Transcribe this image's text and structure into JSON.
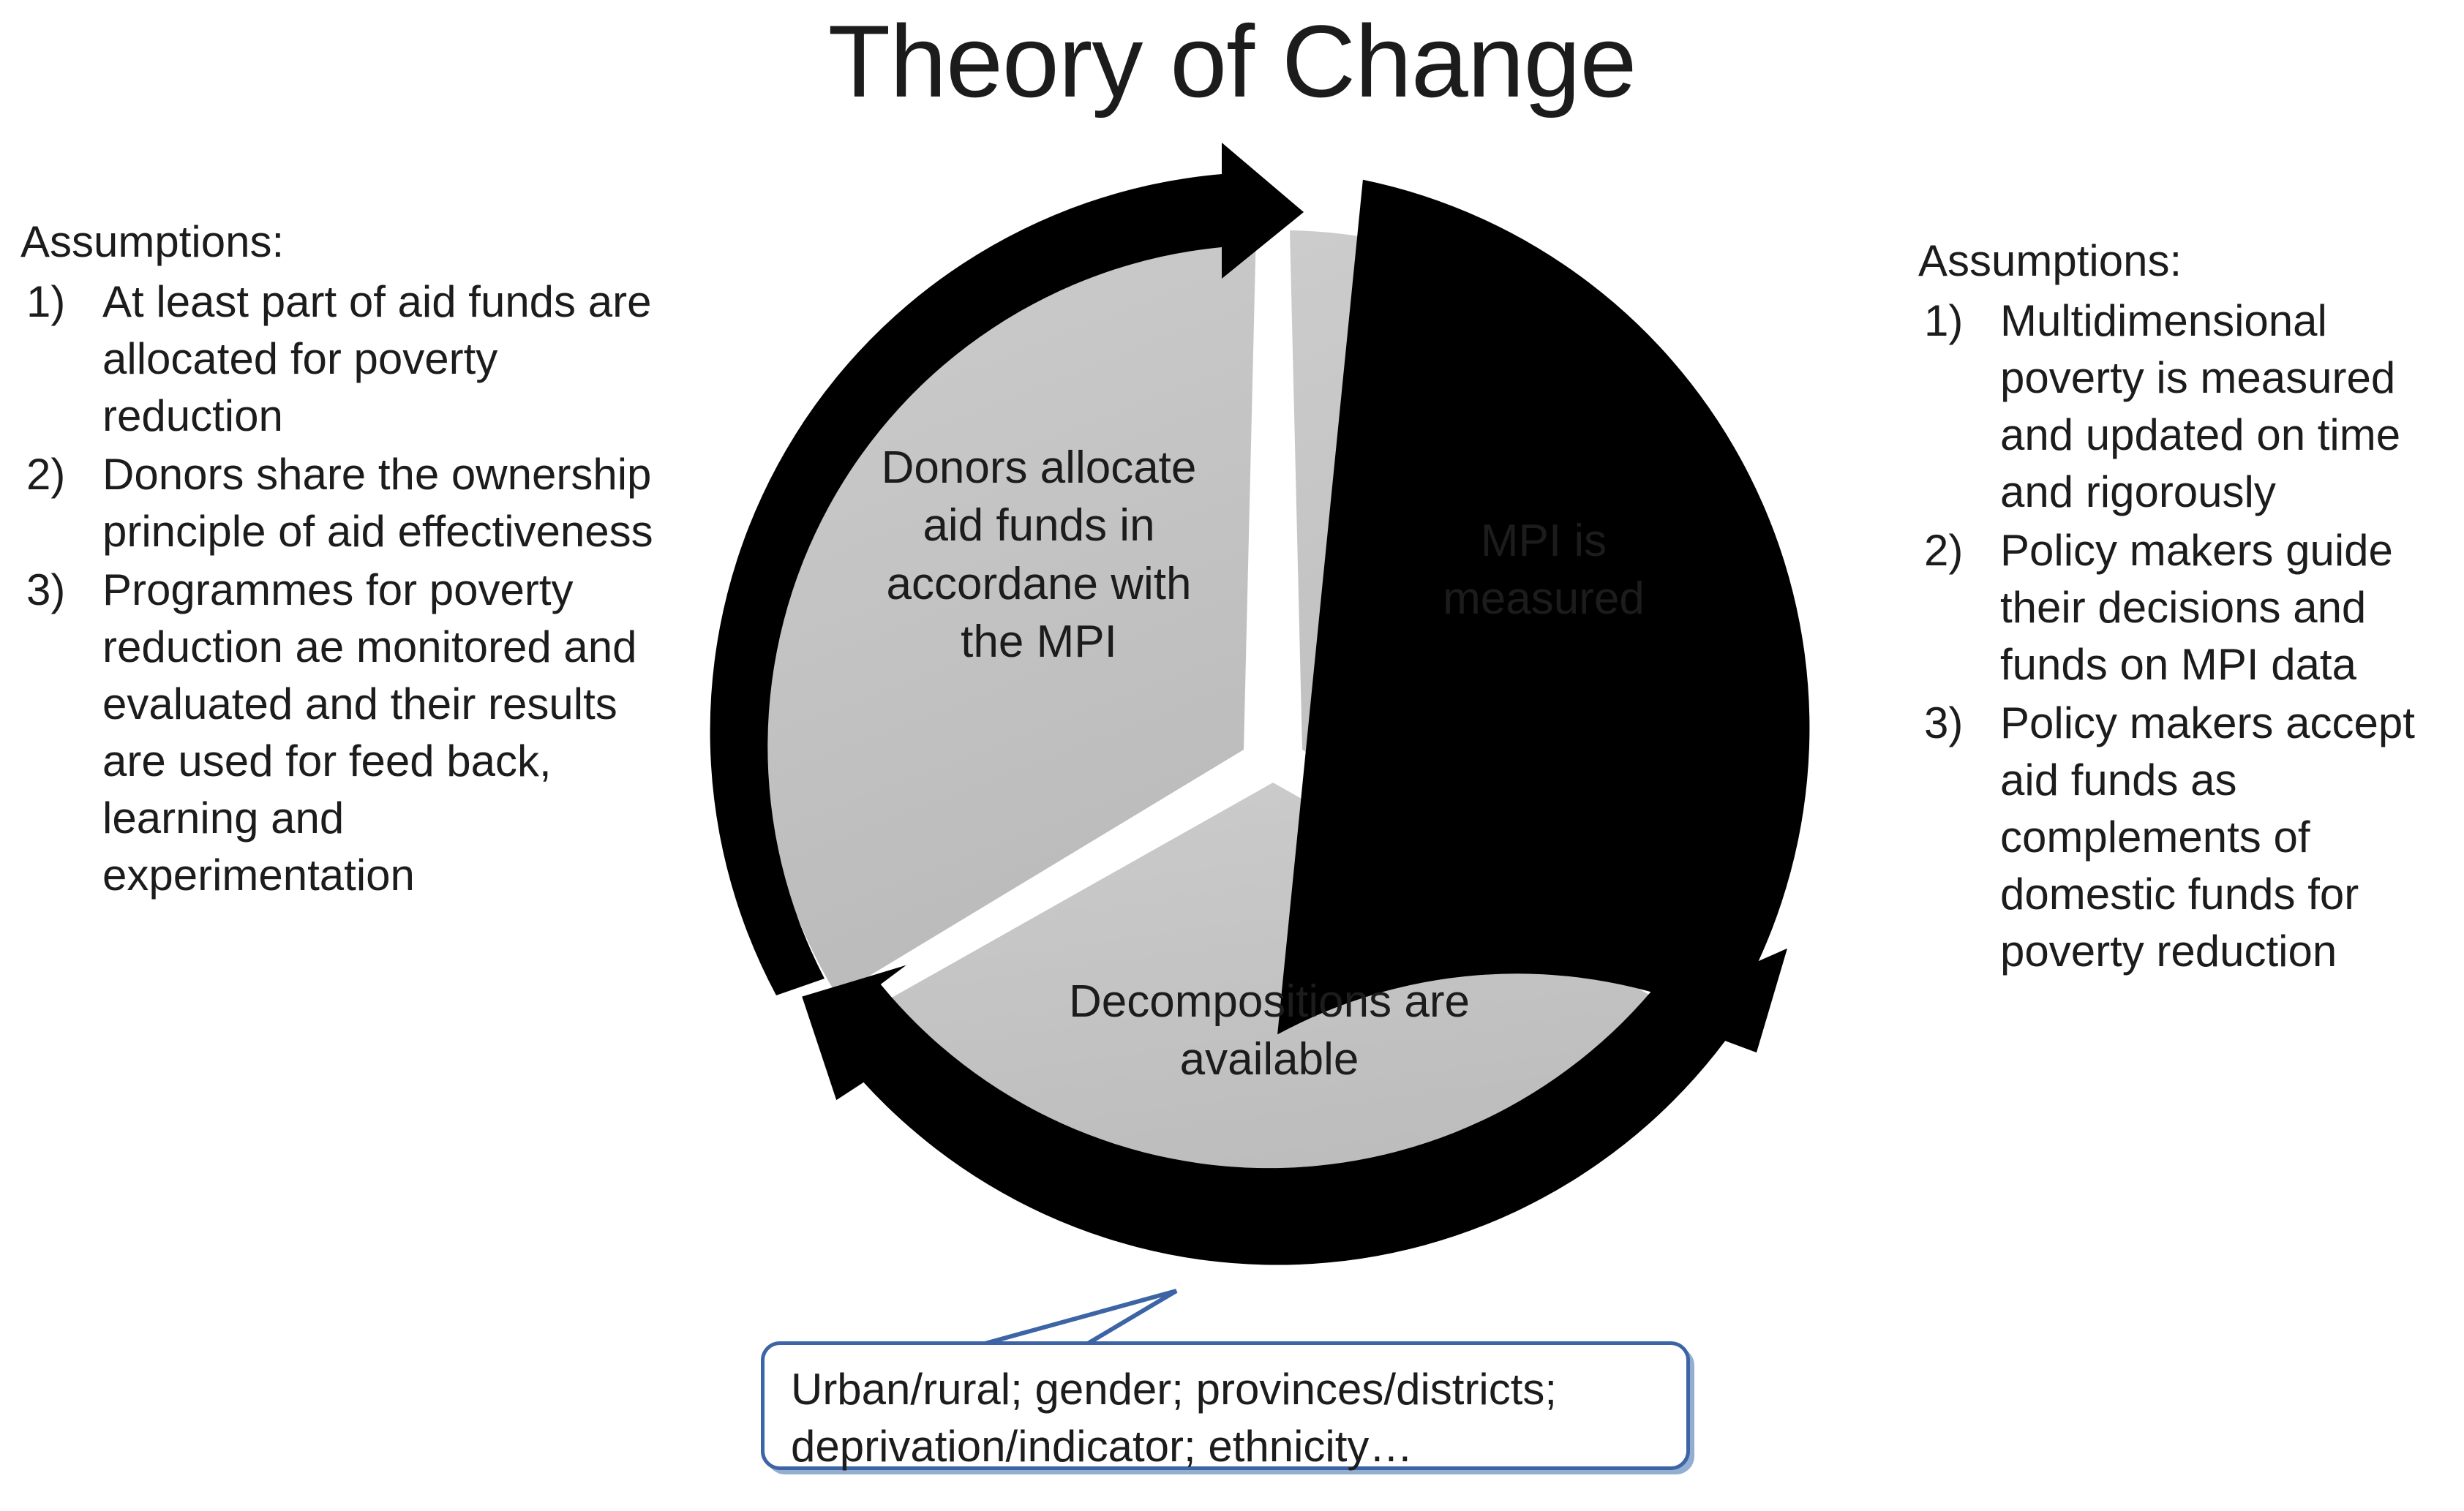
{
  "page": {
    "title": "Theory of Change"
  },
  "assumptions_left": {
    "heading": "Assumptions:",
    "items": [
      {
        "marker": "1)",
        "text": "At least part of aid funds are allocated for poverty reduction"
      },
      {
        "marker": "2)",
        "text": "Donors share the ownership principle of aid effectiveness"
      },
      {
        "marker": "3)",
        "text": "Programmes for poverty reduction ae monitored and evaluated and their results are used for feed back, learning and experimentation"
      }
    ]
  },
  "assumptions_right": {
    "heading": "Assumptions:",
    "items": [
      {
        "marker": "1)",
        "text": "Multidimensional poverty is measured and updated on time and rigorously"
      },
      {
        "marker": "2)",
        "text": "Policy makers guide their decisions and funds on MPI data"
      },
      {
        "marker": "3)",
        "text": "Policy makers accept aid funds as complements of domestic funds for poverty reduction"
      }
    ]
  },
  "cycle": {
    "segments": [
      {
        "id": "donors",
        "label": "Donors allocate\naid funds in\naccordane with\nthe MPI"
      },
      {
        "id": "mpi",
        "label": "MPI is\nmeasured"
      },
      {
        "id": "decomp",
        "label": "Decompositions are\navailable"
      }
    ],
    "arrow_count": 3,
    "direction": "clockwise",
    "colors": {
      "ring": "#000000",
      "segment_fill_light": "#C9C9C9",
      "segment_fill_dark": "#BCBCBC",
      "gap": "#FFFFFF"
    }
  },
  "callout": {
    "line1": "Urban/rural; gender; provinces/districts;",
    "line2": "deprivation/indicator; ethnicity…",
    "border_color": "#3d65a5",
    "shadow_color": "#94aed2"
  }
}
